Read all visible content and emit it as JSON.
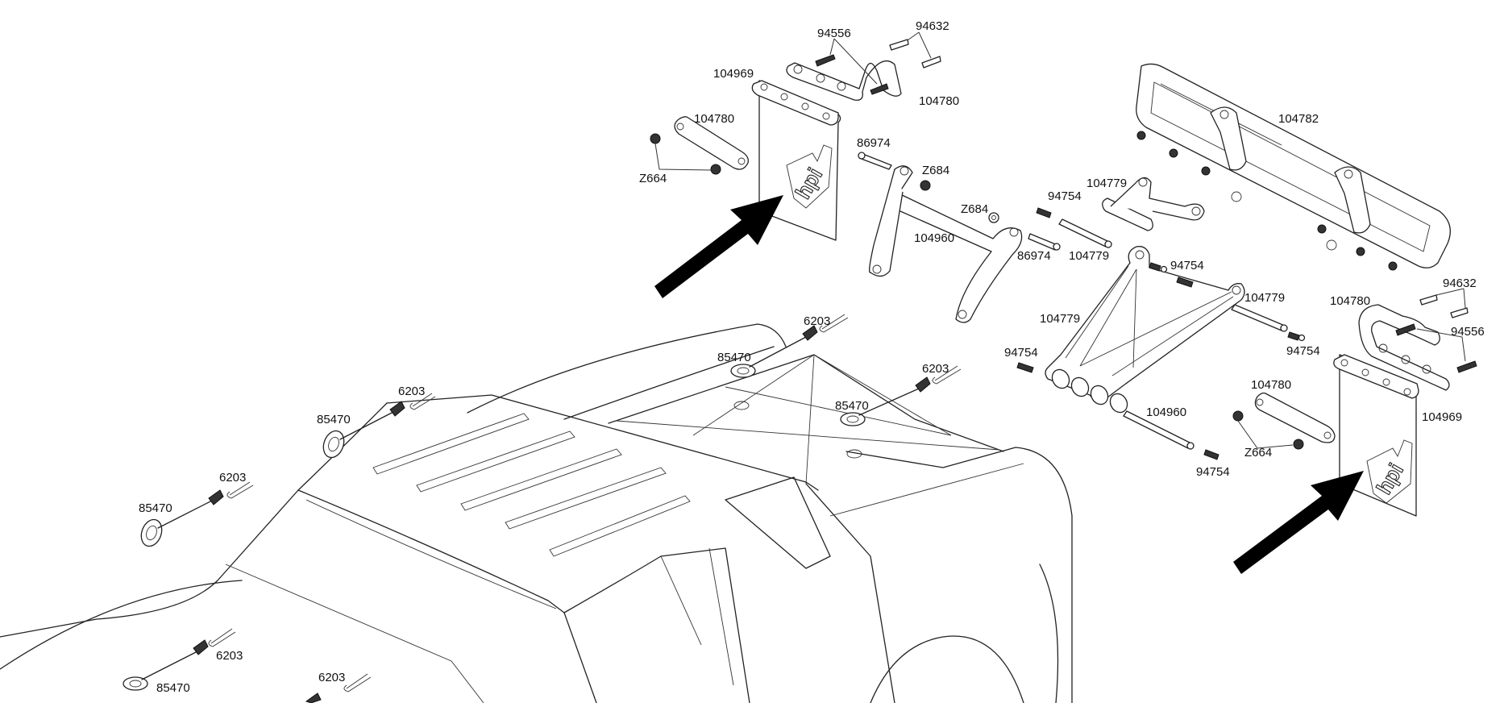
{
  "diagram": {
    "type": "exploded-parts-diagram",
    "brand_logo": "hpi",
    "colors": {
      "line": "#222222",
      "arrow": "#000000",
      "background": "#ffffff"
    },
    "labels": {
      "l_94556_top": "94556",
      "l_94632_top": "94632",
      "l_104969_top": "104969",
      "l_104780_topright": "104780",
      "l_104780_topleft": "104780",
      "l_z664_top": "Z664",
      "l_86974_a": "86974",
      "l_z684_a": "Z684",
      "l_z684_b": "Z684",
      "l_94754_a": "94754",
      "l_104779_top": "104779",
      "l_104782": "104782",
      "l_104960_a": "104960",
      "l_86974_b": "86974",
      "l_104779_pin": "104779",
      "l_94754_b": "94754",
      "l_104779_arm": "104779",
      "l_104779_pin2": "104779",
      "l_94754_c": "94754",
      "l_94754_d": "94754",
      "l_104960_b": "104960",
      "l_94754_e": "94754",
      "l_104780_rightlink": "104780",
      "l_z664_right": "Z664",
      "l_104780_righthoop": "104780",
      "l_94632_right": "94632",
      "l_94556_right": "94556",
      "l_104969_right": "104969",
      "l_6203_a": "6203",
      "l_85470_a": "85470",
      "l_6203_b": "6203",
      "l_85470_b": "85470",
      "l_6203_c": "6203",
      "l_85470_c": "85470",
      "l_6203_d": "6203",
      "l_85470_d": "85470",
      "l_6203_e": "6203",
      "l_85470_e": "85470",
      "l_6203_f": "6203"
    }
  }
}
